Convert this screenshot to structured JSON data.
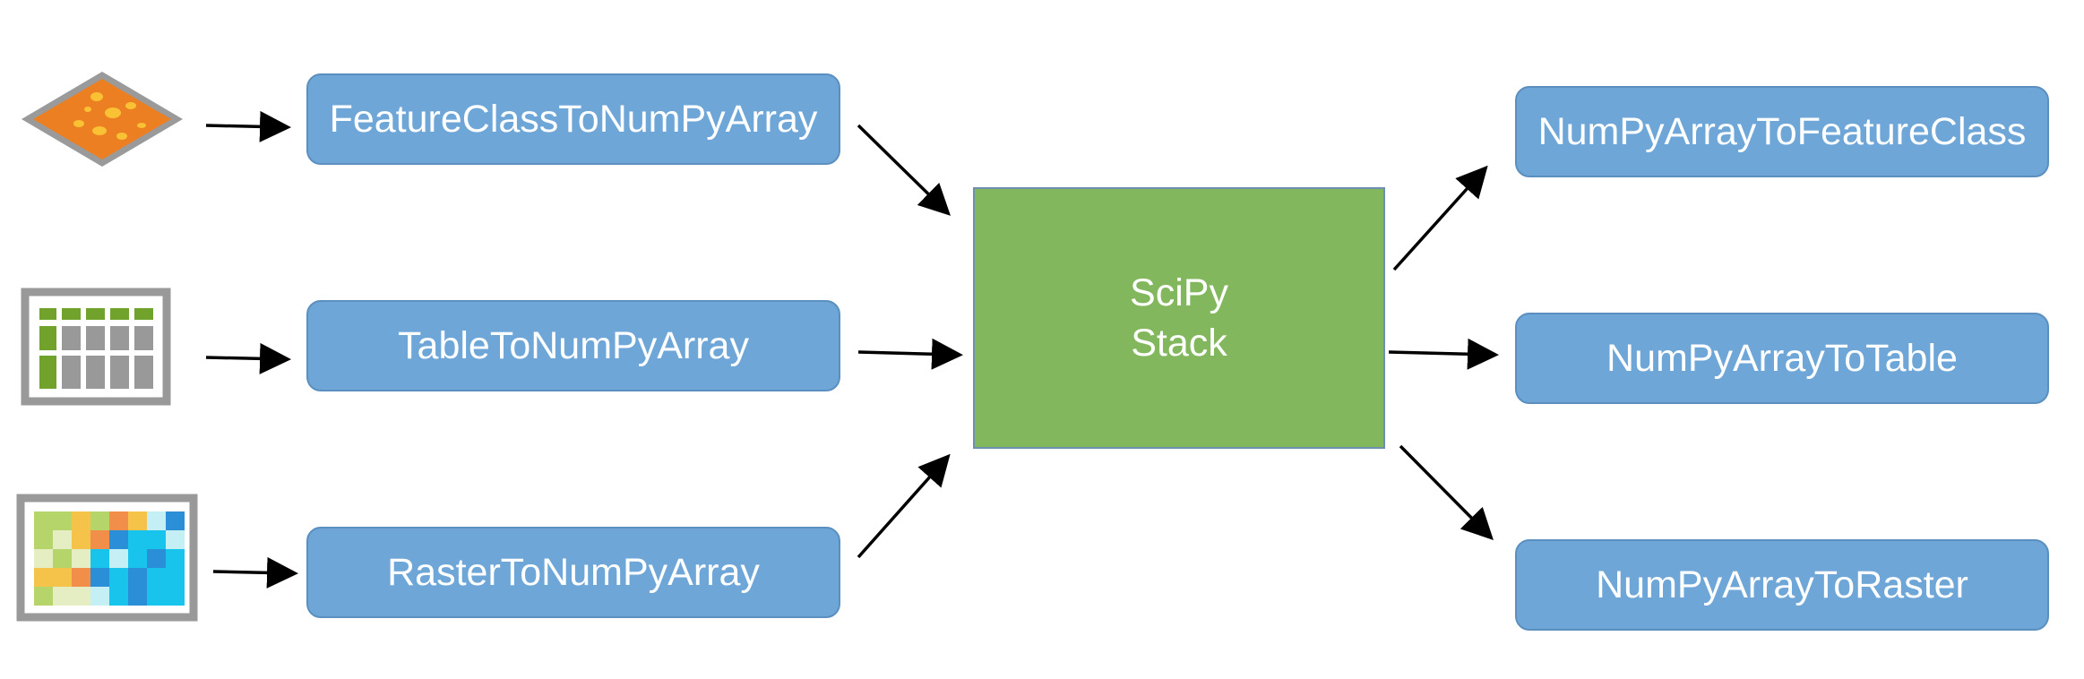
{
  "diagram": {
    "inputs": [
      {
        "icon": "feature-class-icon",
        "label": "FeatureClassToNumPyArray"
      },
      {
        "icon": "table-icon",
        "label": "TableToNumPyArray"
      },
      {
        "icon": "raster-icon",
        "label": "RasterToNumPyArray"
      }
    ],
    "center": {
      "line1": "SciPy",
      "line2": "Stack"
    },
    "outputs": [
      {
        "label": "NumPyArrayToFeatureClass"
      },
      {
        "label": "NumPyArrayToTable"
      },
      {
        "label": "NumPyArrayToRaster"
      }
    ],
    "colors": {
      "box_fill": "#6ea6d8",
      "box_border": "#5b8fbf",
      "center_fill": "#82b75e",
      "arrow": "#000000",
      "feature_orange": "#ec7f22",
      "feature_dots": "#f9c133",
      "table_green": "#70a22c",
      "table_gray": "#999999"
    }
  }
}
